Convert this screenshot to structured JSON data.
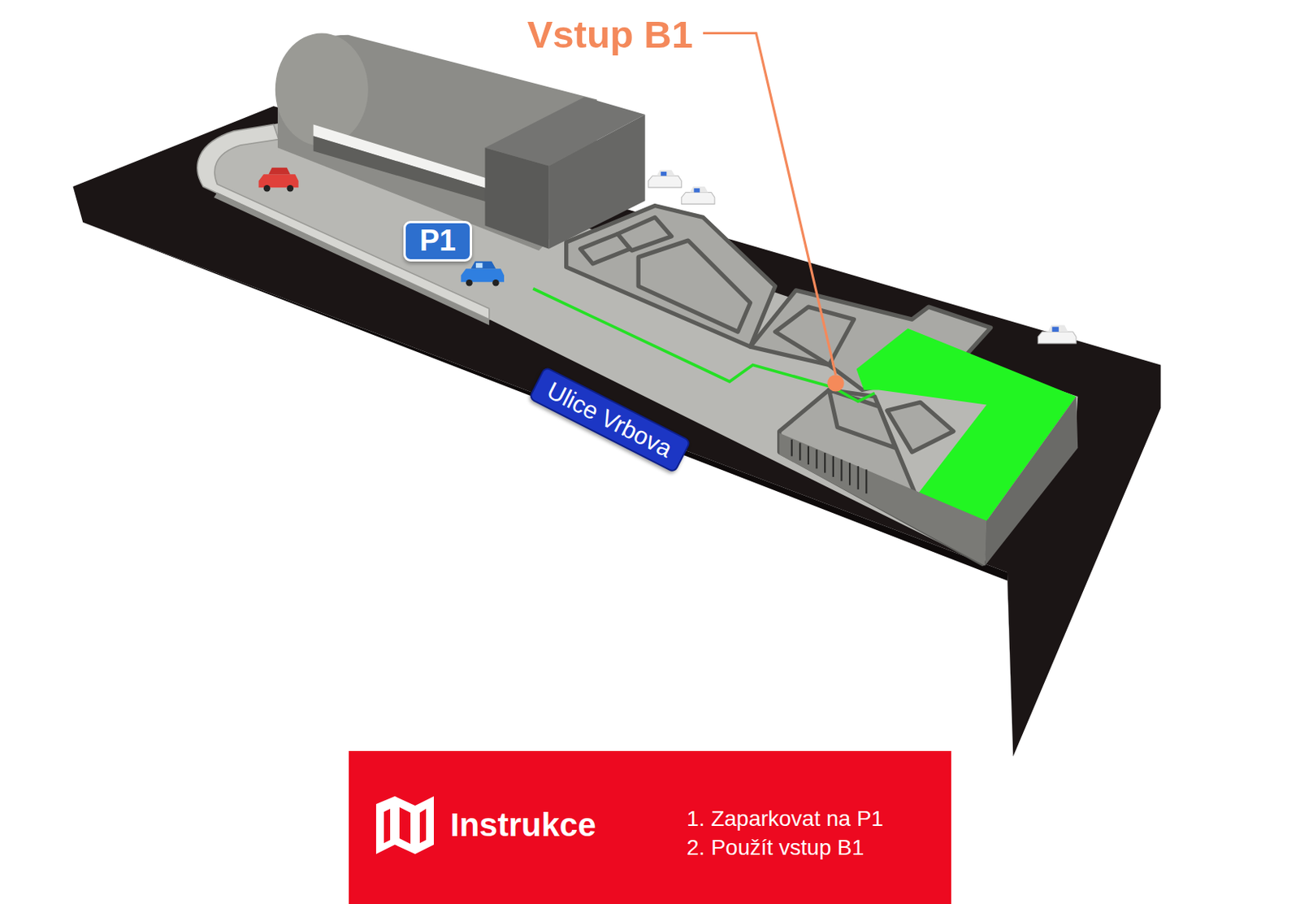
{
  "diagram": {
    "nodes": [
      {
        "text": [
          "P1"
        ]
      },
      {
        "text": [
          "Ulice Vrbova"
        ]
      },
      {
        "text": [
          "Instrukce",
          "1. Zaparkovat na P1",
          "2. Použít vstup B1"
        ]
      }
    ],
    "labels": [
      "Vstup B1"
    ]
  }
}
